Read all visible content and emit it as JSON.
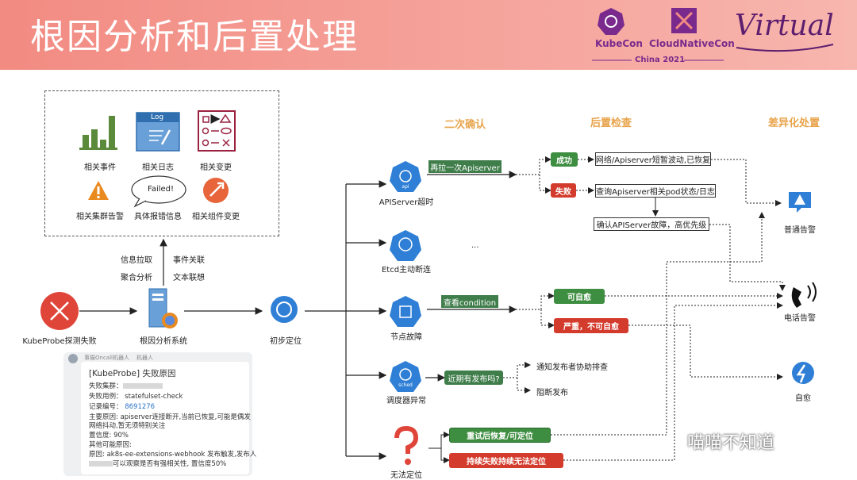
{
  "header": {
    "title": "根因分析和后置处理",
    "kubecon": "KubeCon",
    "cloudnative": "CloudNativeCon",
    "china": "China 2021",
    "virtual": "Virtual"
  },
  "info_box": {
    "items": [
      "相关事件",
      "相关日志",
      "相关变更",
      "相关集群告警",
      "具体报错信息",
      "相关组件变更"
    ],
    "log_label": "Log",
    "failed_label": "Failed!"
  },
  "middle": {
    "info_pull": "信息拉取",
    "aggregate": "聚合分析",
    "event_assoc": "事件关联",
    "text_assoc": "文本联想"
  },
  "nodes": {
    "kubeprobe_fail": "KubeProbe探测失败",
    "rca_system": "根因分析系统",
    "initial_locate": "初步定位",
    "apiserver_timeout": "APIServer超时",
    "etcd_disconnect": "Etcd主动断连",
    "node_fault": "节点故障",
    "scheduler_abnormal": "调度器异常",
    "unlocatable": "无法定位",
    "ellipsis": "...",
    "api_icon": "api",
    "sched_icon": "sched"
  },
  "headers": {
    "second_confirm": "二次确认",
    "post_check": "后置检查",
    "diff_handle": "差异化处置"
  },
  "actions": {
    "repull_apiserver": "再拉一次Apiserver",
    "check_condition": "查看condition",
    "recent_release": "近期有发布吗?",
    "success": "成功",
    "fail": "失败",
    "net_jitter": "网络/Apiserver短暂波动,已恢复",
    "query_pod": "查询Apiserver相关pod状态/日志",
    "confirm_fault": "确认APIServer故障，高优先级",
    "self_heal": "可自愈",
    "severe": "严重，不可自愈",
    "notify_release": "通知发布者协助排查",
    "block_release": "阻断发布",
    "retry_recover": "重试后恢复/可定位",
    "persist_fail": "持续失败持续无法定位"
  },
  "outcomes": {
    "normal_alert": "普通告警",
    "phone_alert": "电话告警",
    "self_heal": "自愈"
  },
  "card": {
    "sender": "事猫Oncall机器人",
    "sender_tag": "机器人",
    "title": "[KubeProbe] 失败原因",
    "cluster": "失败集群：",
    "case": "失败用例：",
    "case_value": "statefulset-check",
    "record": "记录编号：",
    "record_value": "8691276",
    "main_reason_1": "主要原因: apiserver连接断开,当前已恢复,可能是偶发",
    "main_reason_2": "网络抖动,暂无须特别关注",
    "confidence": "置信度: 90%",
    "other": "其他可能原因:",
    "reason2_1": "原因: ak8s-ee-extensions-webhook 发布触发,发布人",
    "reason2_2": "可以观察是否有强相关性, 置信度50%"
  },
  "watermark": "喵喵不知道",
  "colors": {
    "header_bg": "#f28b82",
    "accent_orange": "#e8a34a",
    "green": "#3e8e41",
    "red": "#d33b2c",
    "blue": "#2f7fd6"
  }
}
